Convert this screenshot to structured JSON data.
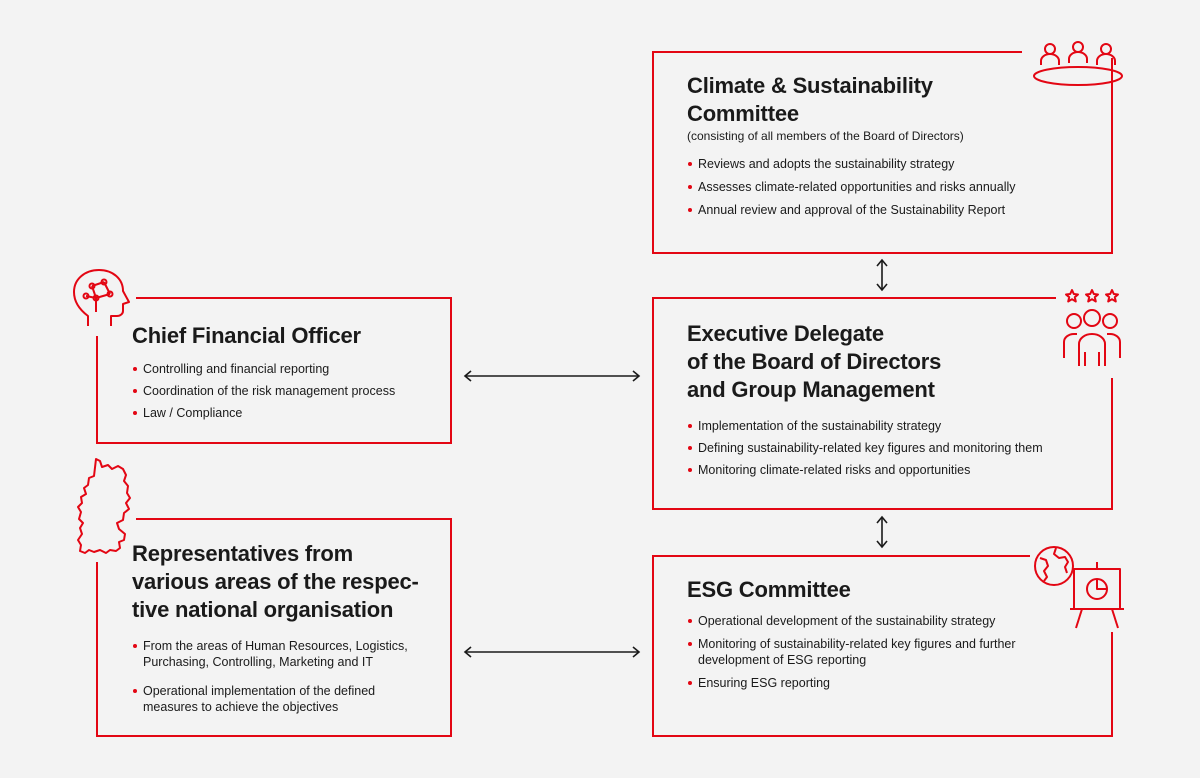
{
  "colors": {
    "accent": "#e30613",
    "text": "#1a1a1a",
    "background": "#f3f3f3"
  },
  "climate_committee": {
    "icon": "meeting-table-icon",
    "title": "Climate & Sustainability\nCommittee",
    "subtitle": "(consisting of all members of the Board of Directors)",
    "items": [
      "Reviews and adopts the sustainability strategy",
      "Assesses climate-related opportunities and risks annually",
      "Annual review and approval of the Sustainability Report"
    ]
  },
  "cfo": {
    "icon": "brain-head-icon",
    "title": "Chief Financial Officer",
    "items": [
      "Controlling and financial reporting",
      "Coordination of the risk management process",
      "Law / Compliance"
    ]
  },
  "executive": {
    "icon": "team-stars-icon",
    "title": "Executive Delegate\nof the Board of Directors\nand Group Management",
    "items": [
      "Implementation of the sustainability strategy",
      "Defining sustainability-related key figures and monitoring them",
      "Monitoring climate-related risks and opportunities"
    ]
  },
  "representatives": {
    "icon": "germany-map-icon",
    "title": "Representatives from\nvarious areas of the respec-\ntive national organisation",
    "items": [
      "From the areas of Human Resources, Logistics,\nPurchasing, Controlling, Marketing and IT",
      "Operational implementation of the defined\nmeasures to achieve the objectives"
    ]
  },
  "esg_committee": {
    "icon": "globe-presentation-icon",
    "title": "ESG Committee",
    "items": [
      "Operational development of the sustainability strategy",
      "Monitoring of sustainability-related key figures and further\ndevelopment of ESG reporting",
      "Ensuring ESG reporting"
    ]
  }
}
